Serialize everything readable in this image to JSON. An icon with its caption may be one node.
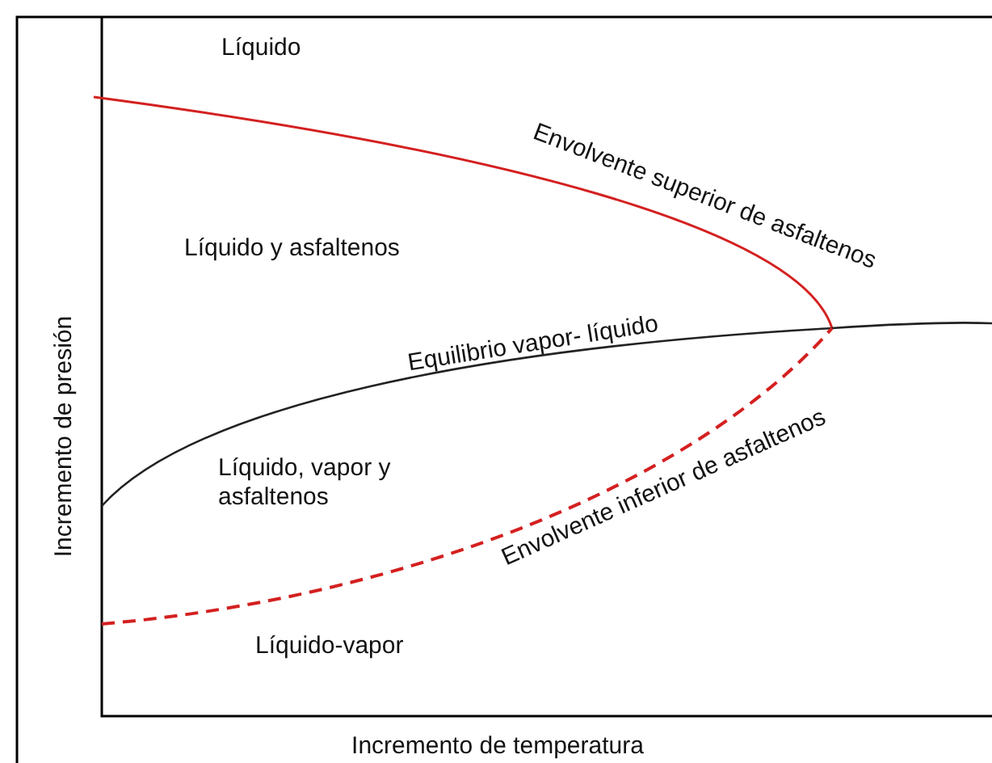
{
  "diagram": {
    "labels": [
      "Líquido",
      "Envolvente superior de asfaltenos",
      "Líquido y asfaltenos",
      "Equilibrio vapor- líquido",
      "Líquido, vapor y asfaltenos",
      "Envolvente inferior de asfaltenos",
      "Líquido-vapor",
      "Incremento de presión",
      "Incremento de temperatura"
    ]
  }
}
